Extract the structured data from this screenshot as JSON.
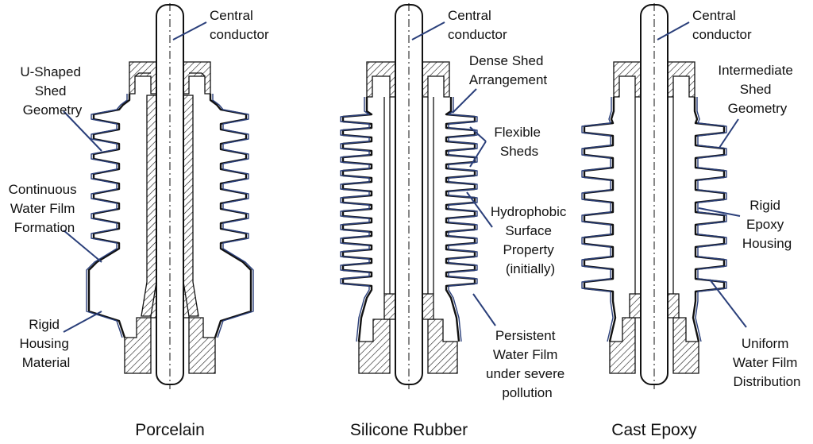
{
  "insulators": [
    {
      "title": "Porcelain",
      "labels": [
        {
          "lines": [
            "Central",
            "conductor"
          ]
        },
        {
          "lines": [
            "U-Shaped",
            "Shed",
            "Geometry"
          ]
        },
        {
          "lines": [
            "Continuous",
            "Water Film",
            "Formation"
          ]
        },
        {
          "lines": [
            "Rigid",
            "Housing",
            "Material"
          ]
        }
      ]
    },
    {
      "title": "Silicone Rubber",
      "labels": [
        {
          "lines": [
            "Central",
            "conductor"
          ]
        },
        {
          "lines": [
            "Dense Shed",
            "Arrangement"
          ]
        },
        {
          "lines": [
            "Flexible",
            "Sheds"
          ]
        },
        {
          "lines": [
            "Hydrophobic",
            "Surface",
            "Property",
            "(initially)"
          ]
        },
        {
          "lines": [
            "Persistent",
            "Water Film",
            "under severe",
            "pollution"
          ]
        }
      ]
    },
    {
      "title": "Cast Epoxy",
      "labels": [
        {
          "lines": [
            "Central",
            "conductor"
          ]
        },
        {
          "lines": [
            "Intermediate",
            "Shed",
            "Geometry"
          ]
        },
        {
          "lines": [
            "Rigid",
            "Epoxy",
            "Housing"
          ]
        },
        {
          "lines": [
            "Uniform",
            "Water Film",
            "Distribution"
          ]
        }
      ]
    }
  ]
}
